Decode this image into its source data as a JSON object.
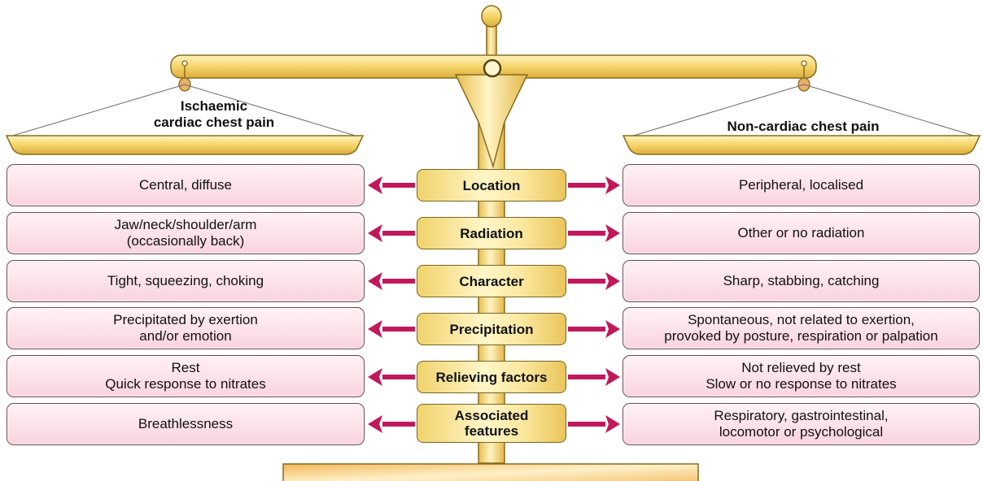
{
  "colors": {
    "gold": "#f2cf63",
    "gold_light": "#fff6c8",
    "gold_dark": "#8a6a1c",
    "box_fill": "#fbe0e7",
    "arrow": "#c2185b"
  },
  "pans": {
    "left_label": "Ischaemic\ncardiac chest pain",
    "right_label": "Non-cardiac chest pain"
  },
  "rows": [
    {
      "factor": "Location",
      "ischaemic": "Central, diffuse",
      "non_cardiac": "Peripheral, localised"
    },
    {
      "factor": "Radiation",
      "ischaemic": "Jaw/neck/shoulder/arm\n(occasionally back)",
      "non_cardiac": "Other or no radiation"
    },
    {
      "factor": "Character",
      "ischaemic": "Tight, squeezing, choking",
      "non_cardiac": "Sharp, stabbing, catching"
    },
    {
      "factor": "Precipitation",
      "ischaemic": "Precipitated by exertion\nand/or emotion",
      "non_cardiac": "Spontaneous, not related to exertion,\nprovoked by posture, respiration or palpation"
    },
    {
      "factor": "Relieving factors",
      "ischaemic": "Rest\nQuick response to nitrates",
      "non_cardiac": "Not relieved by rest\nSlow or no response to nitrates"
    },
    {
      "factor": "Associated\nfeatures",
      "ischaemic": "Breathlessness",
      "non_cardiac": "Respiratory, gastrointestinal,\nlocomotor or psychological"
    }
  ]
}
